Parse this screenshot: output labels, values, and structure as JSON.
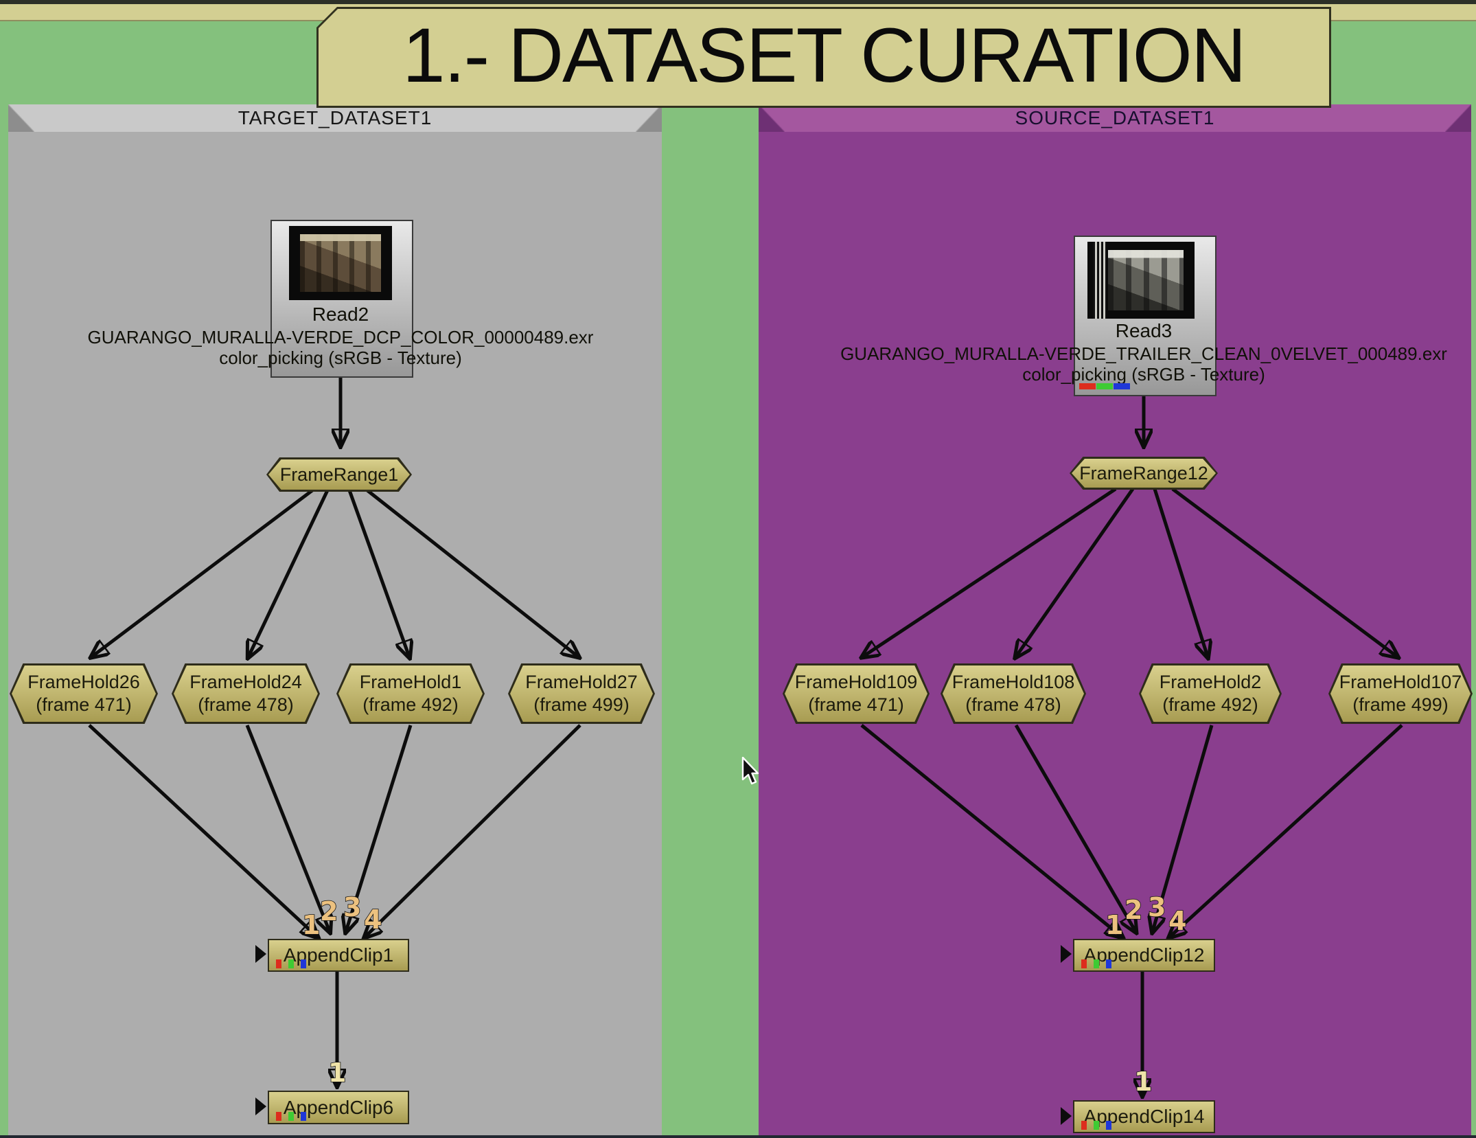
{
  "banner": {
    "title": "1.- DATASET CURATION"
  },
  "target_backdrop": {
    "title": "TARGET_DATASET1",
    "read_node": {
      "name": "Read2",
      "file": "GUARANGO_MURALLA-VERDE_DCP_COLOR_00000489.exr",
      "colorspace": "color_picking (sRGB - Texture)"
    },
    "frame_range": "FrameRange1",
    "frame_holds": [
      {
        "name": "FrameHold26",
        "frame": "(frame 471)"
      },
      {
        "name": "FrameHold24",
        "frame": "(frame 478)"
      },
      {
        "name": "FrameHold1",
        "frame": "(frame 492)"
      },
      {
        "name": "FrameHold27",
        "frame": "(frame 499)"
      }
    ],
    "append_clip": "AppendClip1",
    "append_clip_final": "AppendClip6",
    "input_labels": [
      "1",
      "2",
      "3",
      "4"
    ],
    "final_input_label": "1"
  },
  "source_backdrop": {
    "title": "SOURCE_DATASET1",
    "read_node": {
      "name": "Read3",
      "file": "GUARANGO_MURALLA-VERDE_TRAILER_CLEAN_0VELVET_000489.exr",
      "colorspace": "color_picking (sRGB - Texture)"
    },
    "frame_range": "FrameRange12",
    "frame_holds": [
      {
        "name": "FrameHold109",
        "frame": "(frame 471)"
      },
      {
        "name": "FrameHold108",
        "frame": "(frame 478)"
      },
      {
        "name": "FrameHold2",
        "frame": "(frame 492)"
      },
      {
        "name": "FrameHold107",
        "frame": "(frame 499)"
      }
    ],
    "append_clip": "AppendClip12",
    "append_clip_final": "AppendClip14",
    "input_labels": [
      "1",
      "2",
      "3",
      "4"
    ],
    "final_input_label": "1"
  },
  "colors": {
    "background_green": "#84c17d",
    "banner_tan": "#d3cf92",
    "target_backdrop_gray": "#adadad",
    "source_backdrop_purple": "#8a3e8e",
    "node_khaki": "#c9bd76",
    "rgb_indicator_red": "#dd2d1d",
    "rgb_indicator_green": "#3ecb33",
    "rgb_indicator_blue": "#1f37d8"
  }
}
